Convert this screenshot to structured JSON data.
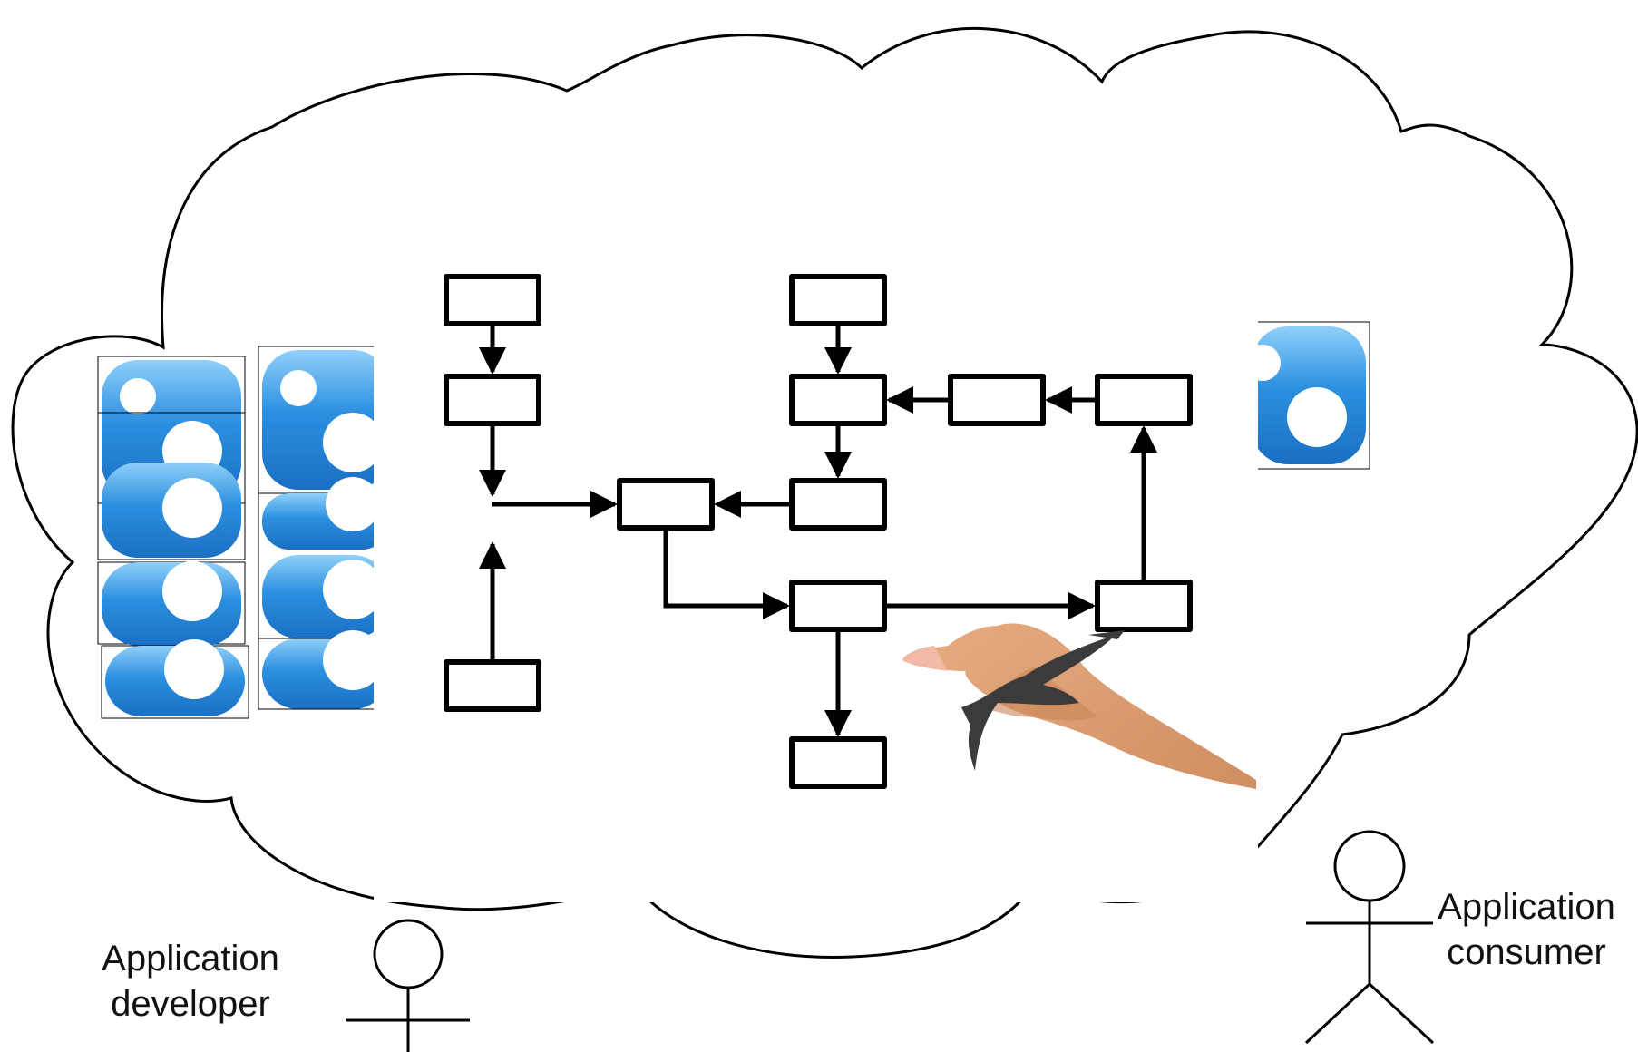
{
  "actors": {
    "developer": {
      "line1": "Application",
      "line2": "developer"
    },
    "consumer": {
      "line1": "Application",
      "line2": "consumer"
    }
  },
  "icons": {
    "app_tile": "python-app-icon",
    "cloud_server": "cloud-server-icon",
    "drawing_hand": "drawing-hand-icon",
    "flowchart": "flowchart-sketch"
  },
  "colors": {
    "cloud_outline": "#000000",
    "app_tile_blue": "#1e7fd6",
    "app_tile_light": "#7cc4f5",
    "badge_blue": "#a9c6e6",
    "skin": "#d99b6e",
    "pen": "#3b3b3b"
  }
}
